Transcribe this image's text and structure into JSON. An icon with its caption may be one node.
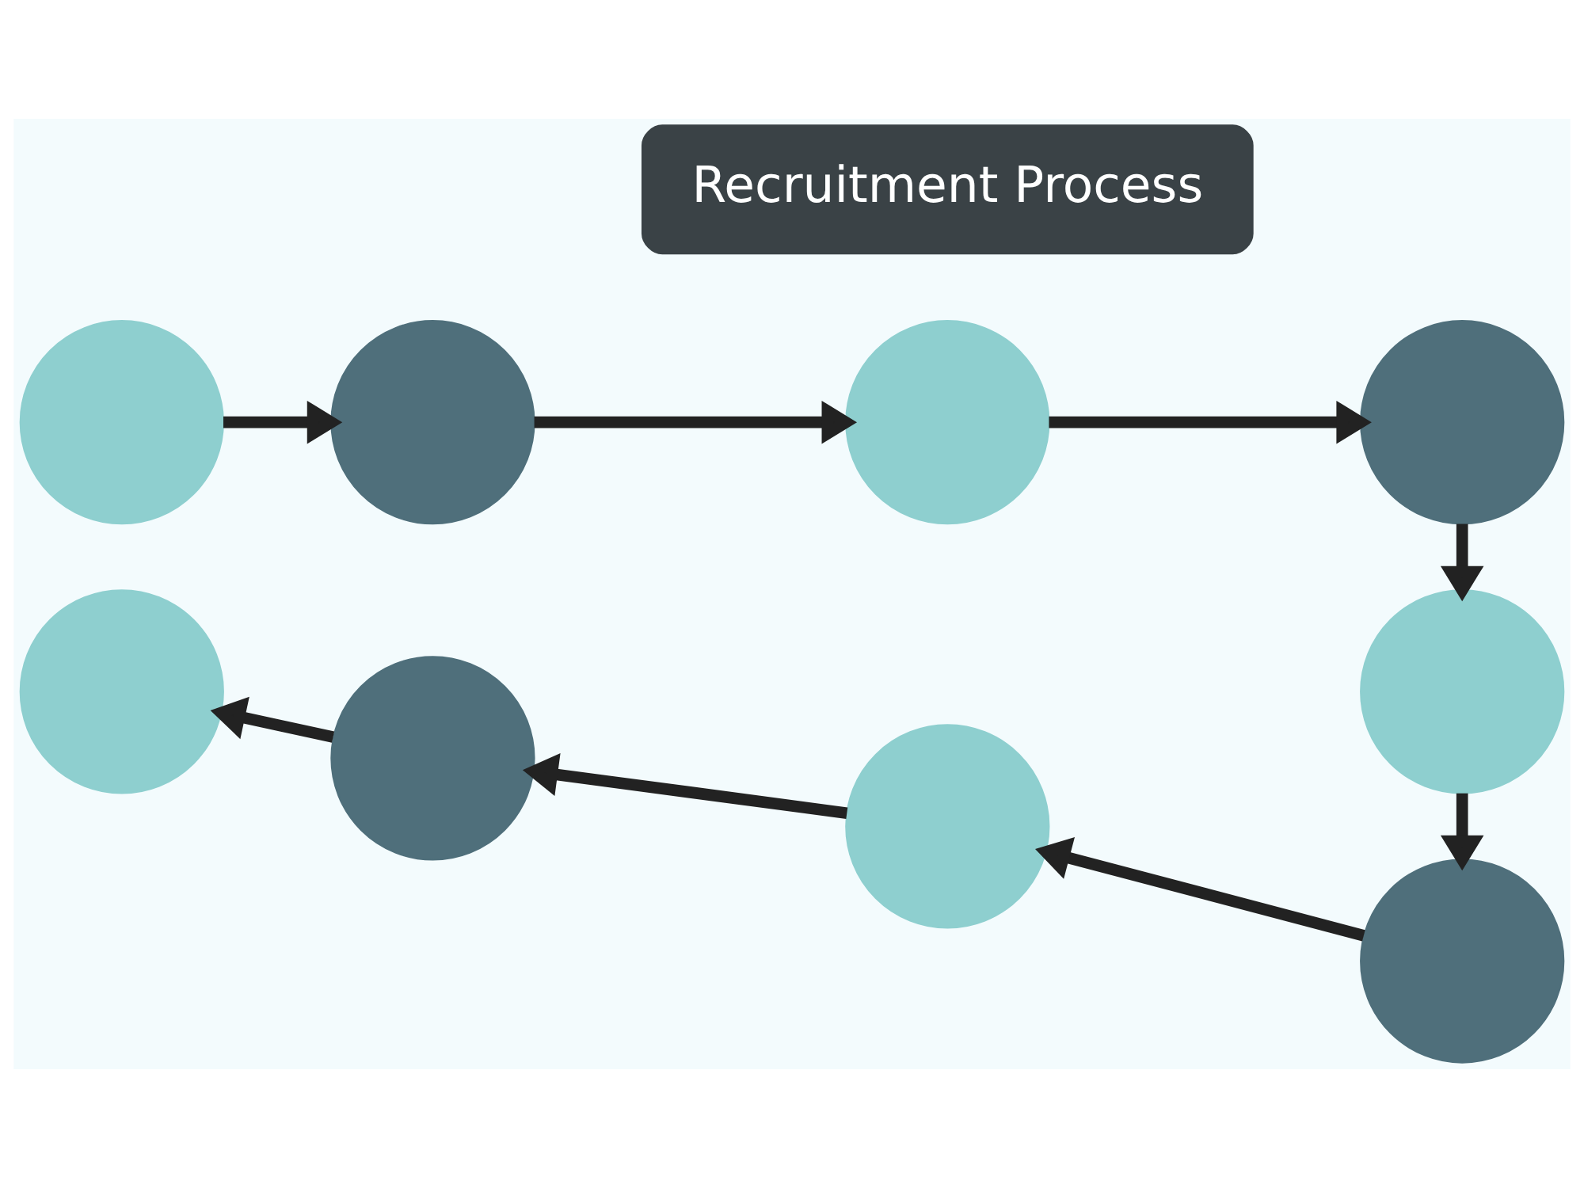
{
  "diagram": {
    "nodes": [
      {
        "text": [],
        "shape": "circle"
      },
      {
        "text": [],
        "shape": "circle"
      },
      {
        "text": [],
        "shape": "circle"
      },
      {
        "text": [],
        "shape": "circle"
      },
      {
        "text": [],
        "shape": "circle"
      },
      {
        "text": [],
        "shape": "circle"
      },
      {
        "text": [],
        "shape": "circle"
      },
      {
        "text": [],
        "shape": "circle"
      },
      {
        "text": [],
        "shape": "circle"
      },
      {
        "text": [
          "Recruitment Process"
        ]
      }
    ],
    "edges": [
      {
        "from": 0,
        "to": 1,
        "arrow": "to"
      },
      {
        "from": 1,
        "to": 2,
        "arrow": "to"
      },
      {
        "from": 2,
        "to": 3,
        "arrow": "to"
      },
      {
        "from": 3,
        "to": 4,
        "arrow": "to"
      },
      {
        "from": 4,
        "to": 5,
        "arrow": "to"
      },
      {
        "from": 5,
        "to": 6,
        "arrow": "to"
      },
      {
        "from": 6,
        "to": 7,
        "arrow": "to"
      },
      {
        "from": 7,
        "to": 8,
        "arrow": "to"
      }
    ]
  }
}
